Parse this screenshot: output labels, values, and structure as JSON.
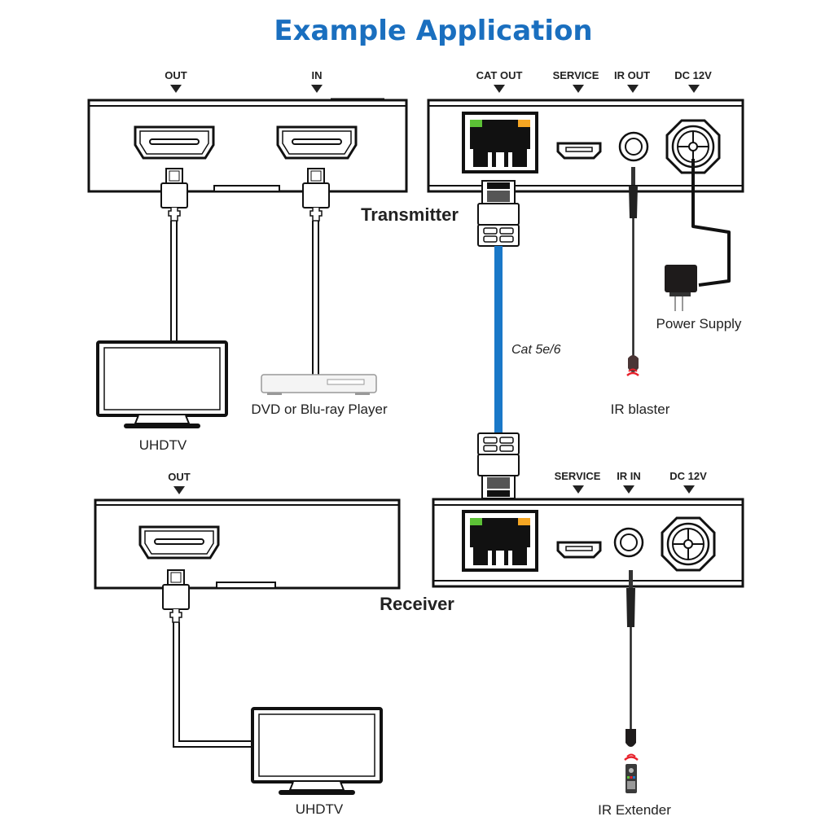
{
  "title": "Example Application",
  "colors": {
    "title": "#1a6fbf",
    "cat_cable": "#1a78c8",
    "led_link": "#5cc136",
    "led_activity": "#f5a623",
    "ir_signal": "#e8202a",
    "line": "#111111"
  },
  "transmitter": {
    "label": "Transmitter",
    "front_ports": [
      {
        "label": "OUT",
        "icon": "hdmi-port-icon"
      },
      {
        "label": "IN",
        "icon": "hdmi-port-icon"
      }
    ],
    "rear_ports": [
      {
        "label": "CAT OUT",
        "icon": "rj45-port-icon"
      },
      {
        "label": "SERVICE",
        "icon": "micro-usb-port-icon"
      },
      {
        "label": "IR OUT",
        "icon": "audio-jack-icon"
      },
      {
        "label": "DC 12V",
        "icon": "dc-power-port-icon"
      }
    ]
  },
  "receiver": {
    "label": "Receiver",
    "front_ports": [
      {
        "label": "OUT",
        "icon": "hdmi-port-icon"
      }
    ],
    "rear_ports": [
      {
        "label": "SERVICE",
        "icon": "micro-usb-port-icon"
      },
      {
        "label": "IR IN",
        "icon": "audio-jack-icon"
      },
      {
        "label": "DC 12V",
        "icon": "dc-power-port-icon"
      }
    ]
  },
  "cable": {
    "label": "Cat 5e/6"
  },
  "devices": {
    "tx_display": "UHDTV",
    "source": "DVD or Blu-ray Player",
    "power_supply": "Power Supply",
    "ir_blaster": "IR blaster",
    "rx_display": "UHDTV",
    "ir_extender": "IR Extender"
  }
}
